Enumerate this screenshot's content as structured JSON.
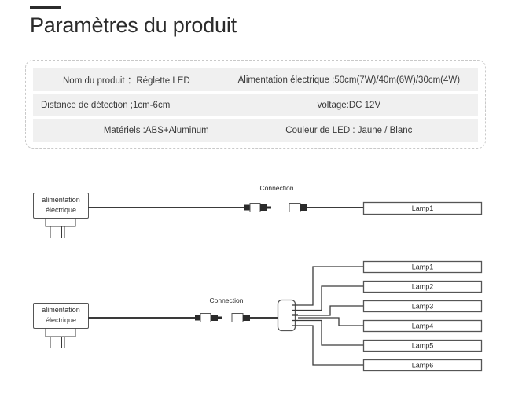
{
  "header": {
    "title": "Paramètres du produit",
    "accent_color": "#2b2b2b"
  },
  "spec_panel": {
    "border_style": "dashed",
    "border_color": "#c9c9c9",
    "row_background": "#f0f0f0",
    "rows": [
      {
        "left": "Nom du produit ：Réglette LED",
        "right": "Alimentation électrique :50cm(7W)/40m(6W)/30cm(4W)"
      },
      {
        "left": "Distance de détection ;1cm-6cm",
        "right": "voltage:DC 12V"
      },
      {
        "left": "Matériels :ABS+Aluminum",
        "right": "Couleur de LED : Jaune / Blanc"
      }
    ]
  },
  "diagram_single": {
    "psu_label_line1": "alimentation",
    "psu_label_line2": "électrique",
    "connection_label": "Connection",
    "lamps": [
      "Lamp1"
    ]
  },
  "diagram_multi": {
    "psu_label_line1": "alimentation",
    "psu_label_line2": "électrique",
    "connection_label": "Connection",
    "splitter_ports": 6,
    "lamps": [
      "Lamp1",
      "Lamp2",
      "Lamp3",
      "Lamp4",
      "Lamp5",
      "Lamp6"
    ]
  }
}
